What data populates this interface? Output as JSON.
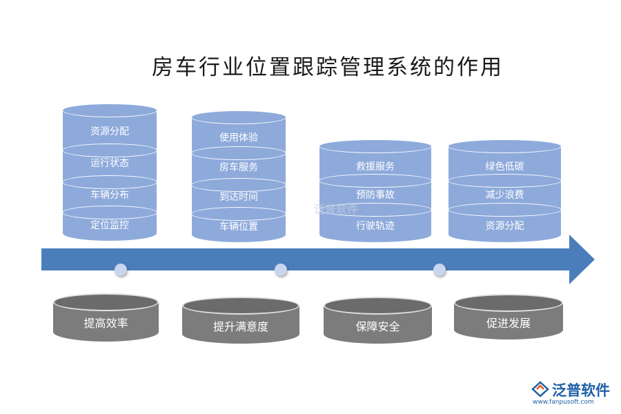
{
  "title": "房车行业位置跟踪管理系统的作用",
  "columns": [
    {
      "items": [
        "资源分配",
        "运行状态",
        "车辆分布",
        "定位监控"
      ],
      "outcome": "提高效率"
    },
    {
      "items": [
        "使用体验",
        "房车服务",
        "到达时间",
        "车辆位置"
      ],
      "outcome": "提升满意度"
    },
    {
      "items": [
        "救援服务",
        "预防事故",
        "行驶轨迹"
      ],
      "outcome": "保障安全"
    },
    {
      "items": [
        "绿色低碳",
        "减少浪费",
        "资源分配"
      ],
      "outcome": "促进发展"
    }
  ],
  "watermark": "泛普软件",
  "logo": {
    "name": "泛普软件",
    "url": "www.fanpusoft.com"
  },
  "colors": {
    "disk": "#8eaadb",
    "arrow": "#4a7ebb",
    "outcome": "#7c7c7c",
    "dot": "#c9d5ee"
  }
}
